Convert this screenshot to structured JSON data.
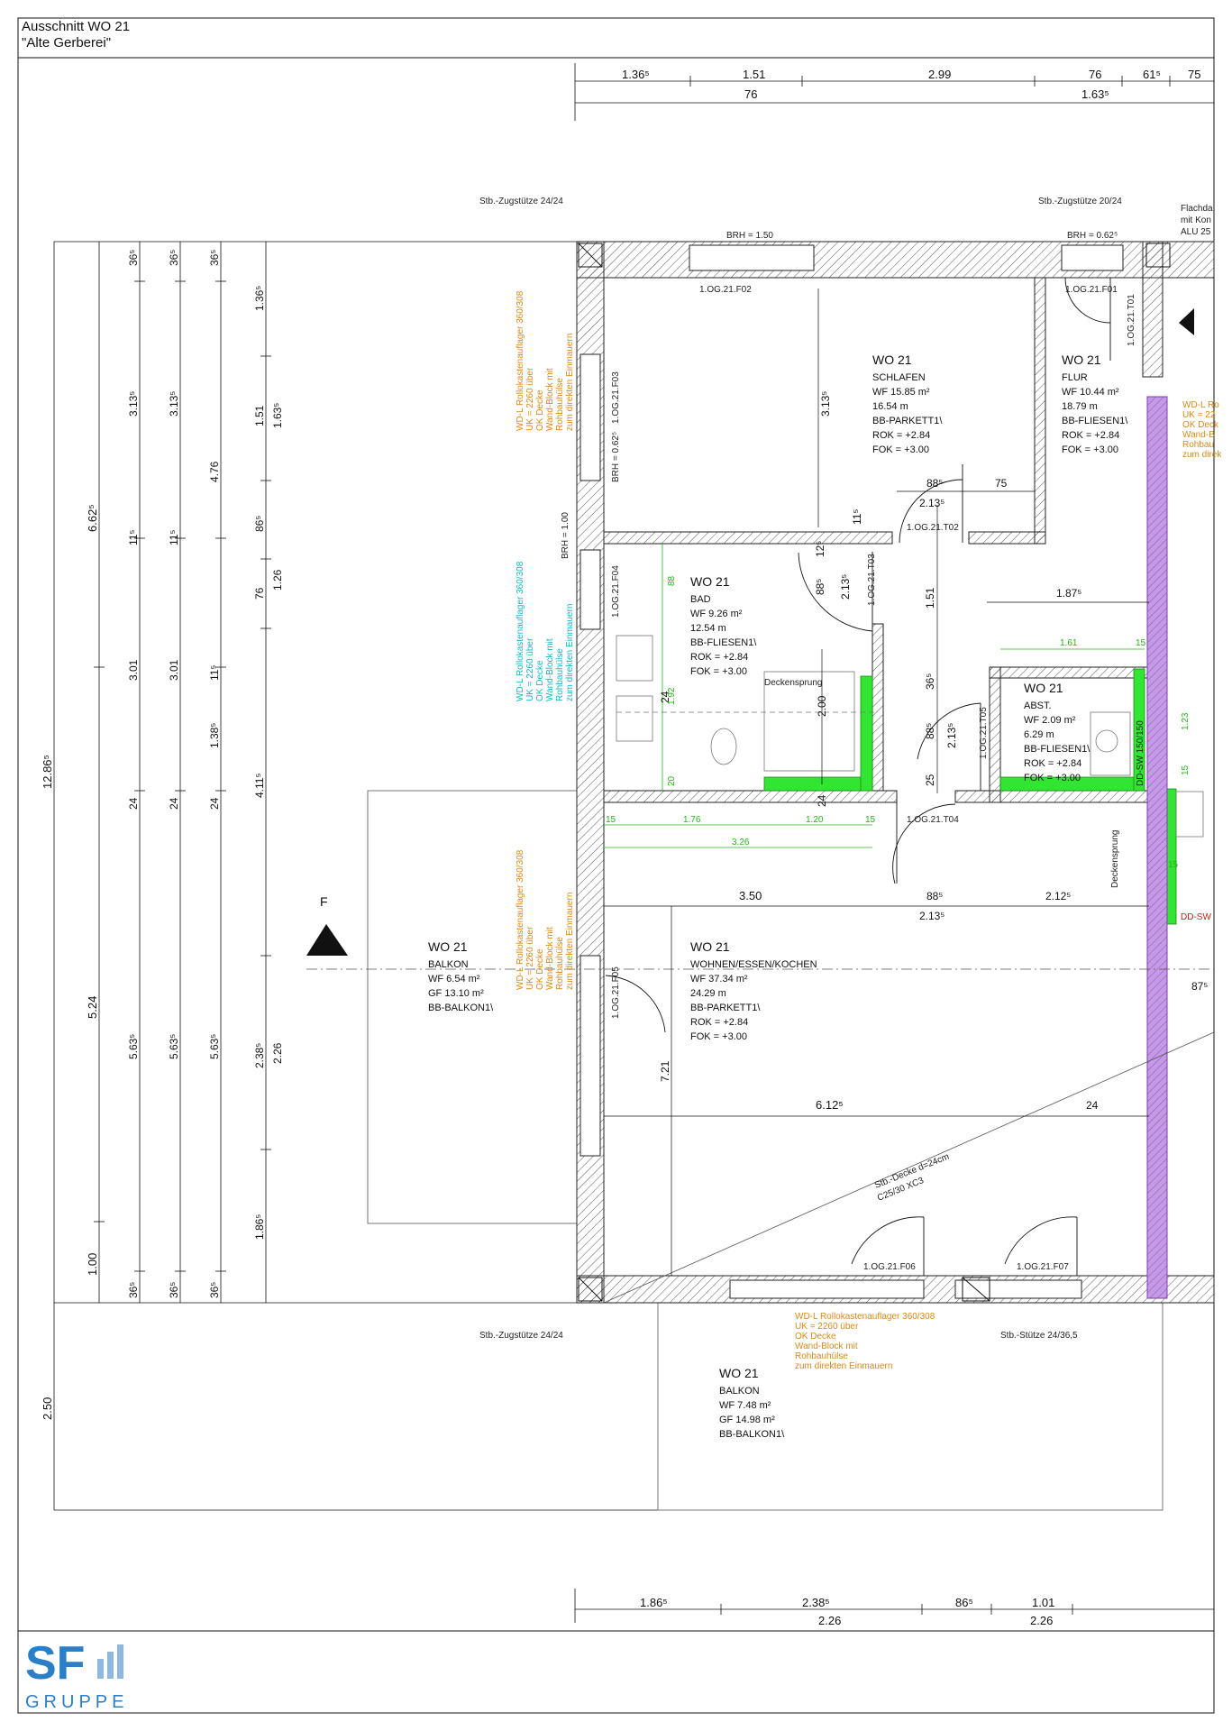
{
  "header": {
    "line1": "Ausschnitt WO 21",
    "line2": "\"Alte Gerberei\""
  },
  "logo": {
    "sf": "SF",
    "gruppe": "GRUPPE"
  },
  "colors": {
    "line": "#111111",
    "dimension_green": "#27b41b",
    "fill_green": "#33e533",
    "fill_purple": "#b27ad6",
    "annotation_orange": "#d9891a",
    "annotation_cyan": "#17b6c4",
    "logo_blue": "#2b7fc6"
  },
  "top_dims": {
    "row1": [
      "1.36⁵",
      "1.51",
      "2.99",
      "76",
      "61⁵",
      "75"
    ],
    "row2": [
      "76",
      "1.63⁵"
    ]
  },
  "bottom_dims": {
    "row1": [
      "1.86⁵",
      "2.38⁵",
      "86⁵",
      "1.01"
    ],
    "row2": [
      "2.26",
      "2.26"
    ]
  },
  "left_dims": {
    "col1": [
      "12.86⁵",
      "2.50"
    ],
    "col2": [
      "6.62⁵",
      "5.24",
      "1.00"
    ],
    "col3": [
      "36⁵",
      "3.13⁵",
      "11⁵",
      "3.01",
      "24",
      "5.63⁵",
      "36⁵"
    ],
    "col4": [
      "36⁵",
      "3.13⁵",
      "11⁵",
      "3.01",
      "24",
      "5.63⁵",
      "36⁵"
    ],
    "col5": [
      "36⁵",
      "4.76",
      "11⁵",
      "1.38⁵",
      "24",
      "5.63⁵",
      "36⁵"
    ],
    "col6": [
      "1.36⁵",
      "1.51",
      "86⁵",
      "76",
      "4.11⁵",
      "2.38⁵",
      "1.86⁵"
    ],
    "col7": [
      "1.63⁵",
      "1.26",
      "2.26"
    ]
  },
  "rooms": [
    {
      "id": "schlafen",
      "apt": "WO 21",
      "name": "SCHLAFEN",
      "wf": "WF 15.85 m²",
      "perim": "16.54 m",
      "floor": "BB-PARKETT1\\",
      "rok": "ROK = +2.84",
      "fok": "FOK = +3.00"
    },
    {
      "id": "flur",
      "apt": "WO 21",
      "name": "FLUR",
      "wf": "WF 10.44 m²",
      "perim": "18.79 m",
      "floor": "BB-FLIESEN1\\",
      "rok": "ROK = +2.84",
      "fok": "FOK = +3.00"
    },
    {
      "id": "bad",
      "apt": "WO 21",
      "name": "BAD",
      "wf": "WF 9.26 m²",
      "perim": "12.54 m",
      "floor": "BB-FLIESEN1\\",
      "rok": "ROK = +2.84",
      "fok": "FOK = +3.00"
    },
    {
      "id": "abst",
      "apt": "WO 21",
      "name": "ABST.",
      "wf": "WF 2.09 m²",
      "perim": "6.29 m",
      "floor": "BB-FLIESEN1\\",
      "rok": "ROK = +2.84",
      "fok": "FOK = +3.00"
    },
    {
      "id": "wohnen",
      "apt": "WO 21",
      "name": "WOHNEN/ESSEN/KOCHEN",
      "wf": "WF 37.34 m²",
      "perim": "24.29 m",
      "floor": "BB-PARKETT1\\",
      "rok": "ROK = +2.84",
      "fok": "FOK = +3.00"
    },
    {
      "id": "balkon-west",
      "apt": "WO 21",
      "name": "BALKON",
      "wf": "WF 6.54 m²",
      "perim": "GF 13.10 m²",
      "floor": "BB-BALKON1\\"
    },
    {
      "id": "balkon-sued",
      "apt": "WO 21",
      "name": "BALKON",
      "wf": "WF 7.48 m²",
      "perim": "GF 14.98 m²",
      "floor": "BB-BALKON1\\"
    }
  ],
  "labels": {
    "brh_150": "BRH = 1.50",
    "brh_062_top": "BRH = 0.62⁵",
    "brh_062_side": "BRH = 0.62⁵",
    "brh_100": "BRH = 1.00",
    "zug_tl": "Stb.-Zugstütze 24/24",
    "zug_tr": "Stb.-Zugstütze 20/24",
    "zug_bl": "Stb.-Zugstütze 24/24",
    "stuetze_b": "Stb.-Stütze 24/36,5",
    "flachdach_1": "Flachda",
    "flachdach_2": "mit Kon",
    "flachdach_3": "ALU 25",
    "win_f01": "1.OG.21.F01",
    "win_f02": "1.OG.21.F02",
    "win_f03": "1.OG.21.F03",
    "win_f04": "1.OG.21.F04",
    "win_f05": "1.OG.21.F05",
    "win_f06": "1.OG.21.F06",
    "win_f07": "1.OG.21.F07",
    "door_t01": "1.OG.21.T01",
    "door_t02": "1.OG.21.T02",
    "door_t03": "1.OG.21.T03",
    "door_t04": "1.OG.21.T04",
    "door_t05": "1.OG.21.T05",
    "deckensprung_1": "Deckensprung",
    "deckensprung_2": "Deckensprung",
    "section_f": "F",
    "decke_1": "Stb.-Decke d=24cm",
    "decke_2": "C25/30 XC3",
    "ddsw_vert": "DD-SW 150/150",
    "ddsw": "DD-SW"
  },
  "notes": {
    "orange_bottom": [
      "WD-L Rollokastenauflager 360/308",
      "UK = 2260 über",
      "OK Decke",
      "Wand-Block mit",
      "Rohbauhülse",
      "zum direkten Einmauern"
    ],
    "orange_top": [
      "WD-L Rollokastenauflager 360/308",
      "UK = 2260 über",
      "OK Decke",
      "Wand-Block mit",
      "Rohbauhülse",
      "zum direkten Einmauern"
    ],
    "orange_mid": [
      "WD-L Rollokastenauflager 360/308",
      "UK = 2260 über",
      "OK Decke",
      "Wand-Block mit",
      "Rohbauhülse",
      "zum direkten Einmauern"
    ],
    "cyan": [
      "WD-L Rollokastenauflager 360/308",
      "UK = 2260 über",
      "OK Decke",
      "Wand-Block mit",
      "Rohbauhülse",
      "zum direkten Einmauern"
    ],
    "orange_right": [
      "WD-L Ro",
      "UK = 22",
      "OK Deck",
      "Wand-B",
      "Rohbau",
      "zum direk"
    ]
  },
  "room_dims": {
    "schlafen_h": "3.13⁵",
    "d88_1": "88⁵",
    "d75": "75",
    "d213_1": "2.13⁵",
    "d11": "11⁵",
    "d125": "12⁵",
    "d88_2": "88⁵",
    "d213_2": "2.13⁵",
    "d151": "1.51",
    "d187": "1.87⁵",
    "d36": "36⁵",
    "d88_3": "88⁵",
    "d213_3": "2.13⁵",
    "d25": "25",
    "d200": "2.00",
    "d24_1": "24",
    "d24_2": "24",
    "d350": "3.50",
    "d88_4": "88⁵",
    "d212": "2.12⁵",
    "d213_4": "2.13⁵",
    "d87": "87⁵",
    "d721": "7.21",
    "d612": "6.12⁵",
    "d24_3": "24"
  },
  "green_dims": {
    "g88": "88",
    "g192": "1.92",
    "g20": "20",
    "g15a": "15",
    "g176": "1.76",
    "g120": "1.20",
    "g15b": "15",
    "g326": "3.26",
    "g161": "1.61",
    "g15c": "15",
    "g123": "1.23",
    "g15d": "15",
    "g15e": "15"
  }
}
